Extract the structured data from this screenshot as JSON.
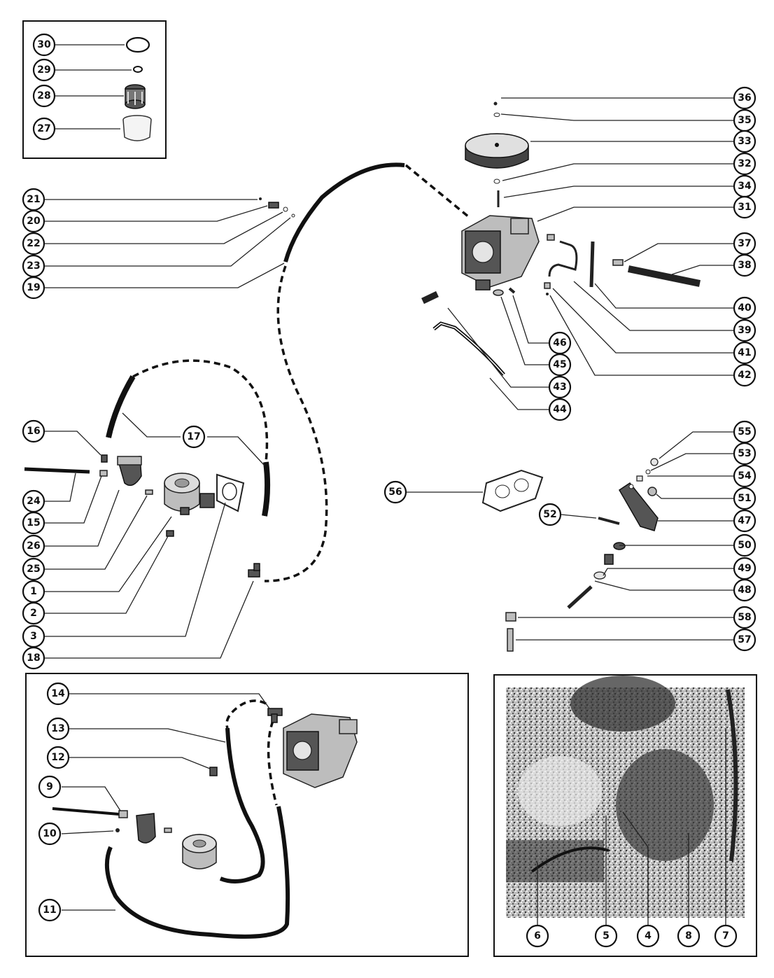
{
  "callout_labels": {
    "p1": "1",
    "p2": "2",
    "p3": "3",
    "p4": "4",
    "p5": "5",
    "p6": "6",
    "p7": "7",
    "p8": "8",
    "p9": "9",
    "p10": "10",
    "p11": "11",
    "p12": "12",
    "p13": "13",
    "p14": "14",
    "p15": "15",
    "p16": "16",
    "p17": "17",
    "p18": "18",
    "p19": "19",
    "p20": "20",
    "p21": "21",
    "p22": "22",
    "p23": "23",
    "p24": "24",
    "p25": "25",
    "p26": "26",
    "p27": "27",
    "p28": "28",
    "p29": "29",
    "p30": "30",
    "p31": "31",
    "p32": "32",
    "p33": "33",
    "p34": "34",
    "p35": "35",
    "p36": "36",
    "p37": "37",
    "p38": "38",
    "p39": "39",
    "p40": "40",
    "p41": "41",
    "p42": "42",
    "p43": "43",
    "p44": "44",
    "p45": "45",
    "p46": "46",
    "p47": "47",
    "p48": "48",
    "p49": "49",
    "p50": "50",
    "p51": "51",
    "p52": "52",
    "p53": "53",
    "p54": "54",
    "p55": "55",
    "p56": "56",
    "p57": "57",
    "p58": "58"
  },
  "insets": {
    "filter_kit": "Fuel filter parts inset (27-30)",
    "alternate_routing": "Alternate fuel line routing inset (9-14)",
    "engine_photo": "Installed view photo inset (4-8)"
  }
}
